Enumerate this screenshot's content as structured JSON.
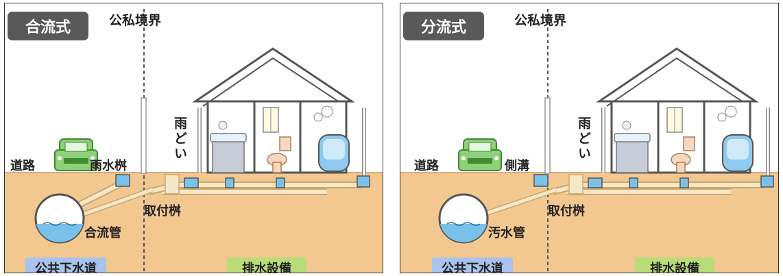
{
  "panels": [
    {
      "badge": "合流式",
      "boundary_label": "公私境界",
      "road_label": "道路",
      "inlet_label": "雨水桝",
      "downspout_label": "雨どい",
      "basin_label": "取付桝",
      "main_pipe_label": "合流管",
      "public_label": "公共下水道",
      "private_label": "排水設備"
    },
    {
      "badge": "分流式",
      "boundary_label": "公私境界",
      "road_label": "道路",
      "inlet_label": "側溝",
      "downspout_label": "雨どい",
      "basin_label": "取付桝",
      "main_pipe_label": "汚水管",
      "public_label": "公共下水道",
      "private_label": "排水設備"
    }
  ],
  "colors": {
    "ground": "#f3c790",
    "pipe": "#f7e7c9",
    "water": "#7ac1ea",
    "car": "#8fd07a",
    "public_badge": "#a7c3ee",
    "private_badge": "#b8dc78"
  }
}
